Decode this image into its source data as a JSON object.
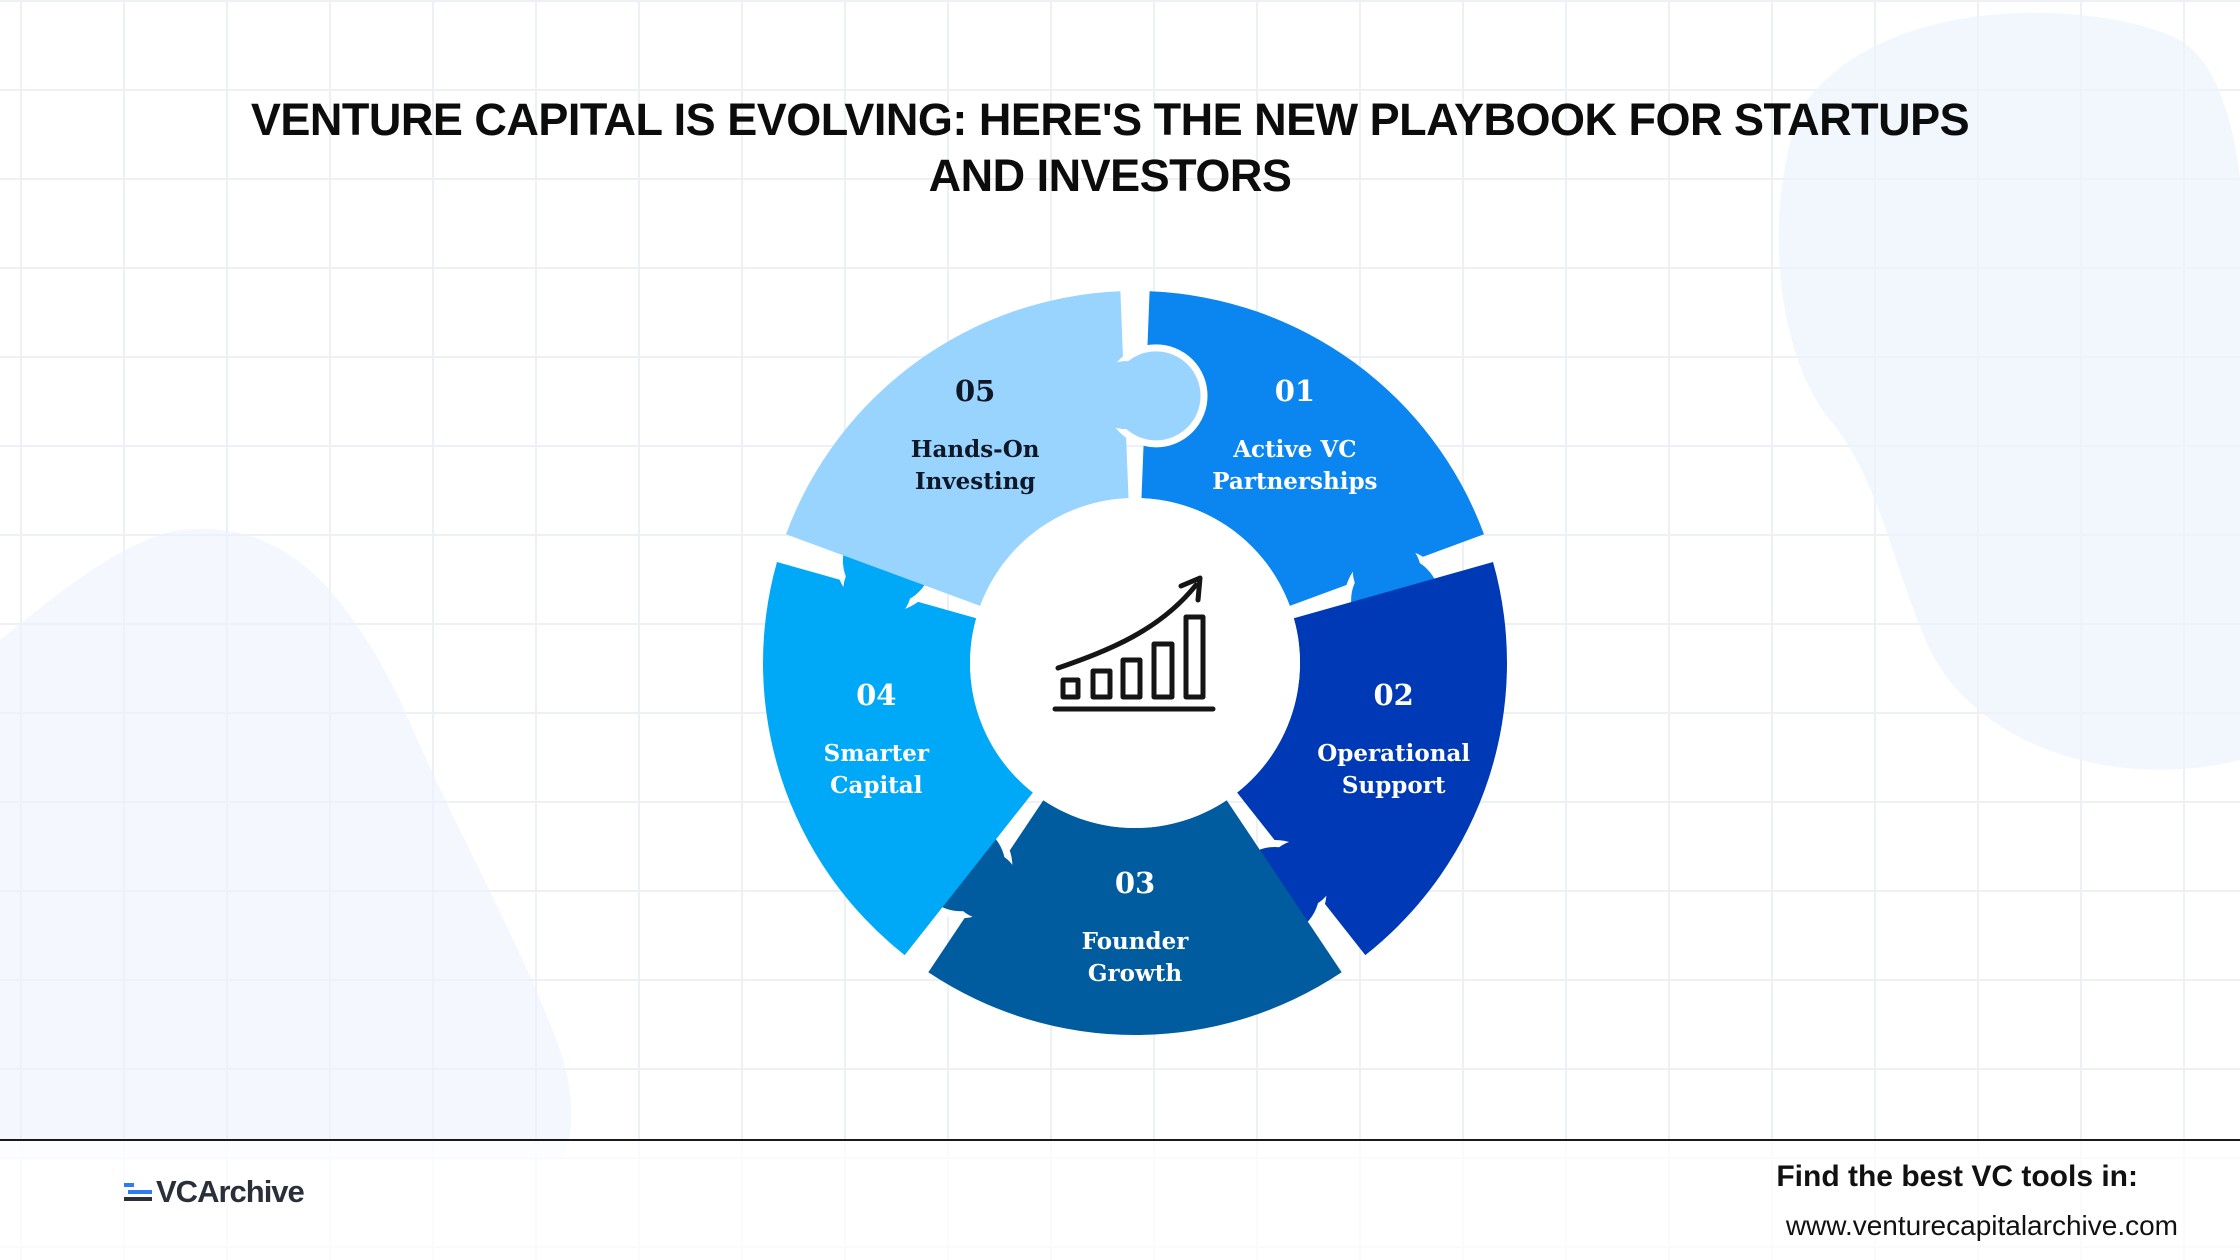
{
  "title": "VENTURE CAPITAL IS EVOLVING: HERE'S THE NEW PLAYBOOK FOR STARTUPS AND INVESTORS",
  "center_icon": "growth-chart-icon",
  "segments": [
    {
      "number": "01",
      "label_lines": [
        "Active VC",
        "Partnerships"
      ],
      "color": "#0b86f1"
    },
    {
      "number": "02",
      "label_lines": [
        "Operational",
        "Support"
      ],
      "color": "#0039b5"
    },
    {
      "number": "03",
      "label_lines": [
        "Founder",
        "Growth"
      ],
      "color": "#005c9e"
    },
    {
      "number": "04",
      "label_lines": [
        "Smarter",
        "Capital"
      ],
      "color": "#00a9f7"
    },
    {
      "number": "05",
      "label_lines": [
        "Hands-On",
        "Investing"
      ],
      "color": "#99d4ff"
    }
  ],
  "colors": {
    "text_light": "#ffffff",
    "text_dark": "#101828"
  },
  "footer": {
    "logo_text": "VCArchive",
    "cta": "Find the best VC tools in:",
    "url": "www.venturecapitalarchive.com"
  }
}
